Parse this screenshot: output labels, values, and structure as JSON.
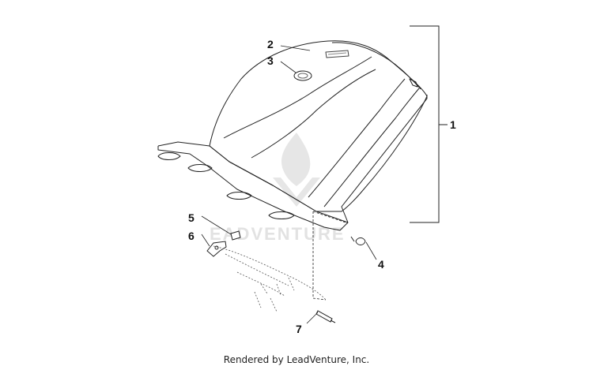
{
  "callouts": [
    {
      "id": "c1",
      "label": "1"
    },
    {
      "id": "c2",
      "label": "2"
    },
    {
      "id": "c3",
      "label": "3"
    },
    {
      "id": "c4",
      "label": "4"
    },
    {
      "id": "c5",
      "label": "5"
    },
    {
      "id": "c6",
      "label": "6"
    },
    {
      "id": "c7",
      "label": "7"
    }
  ],
  "watermark": {
    "text": "EADVENTURE"
  },
  "footer": {
    "credit": "Rendered by LeadVenture, Inc."
  },
  "colors": {
    "line": "#222222",
    "watermark": "#e2e2e2",
    "background": "#ffffff"
  }
}
